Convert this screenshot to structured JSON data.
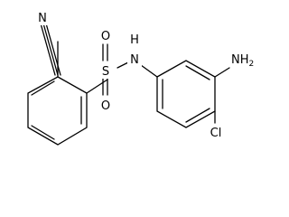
{
  "structure": {
    "atom_labels": {
      "nitrile_n": "N",
      "sulfur": "S",
      "oxygen_top": "O",
      "oxygen_bottom": "O",
      "amide_n": "N",
      "amide_h": "H",
      "amino_n": "NH",
      "amino_sub": "2",
      "chlorine": "Cl"
    }
  }
}
